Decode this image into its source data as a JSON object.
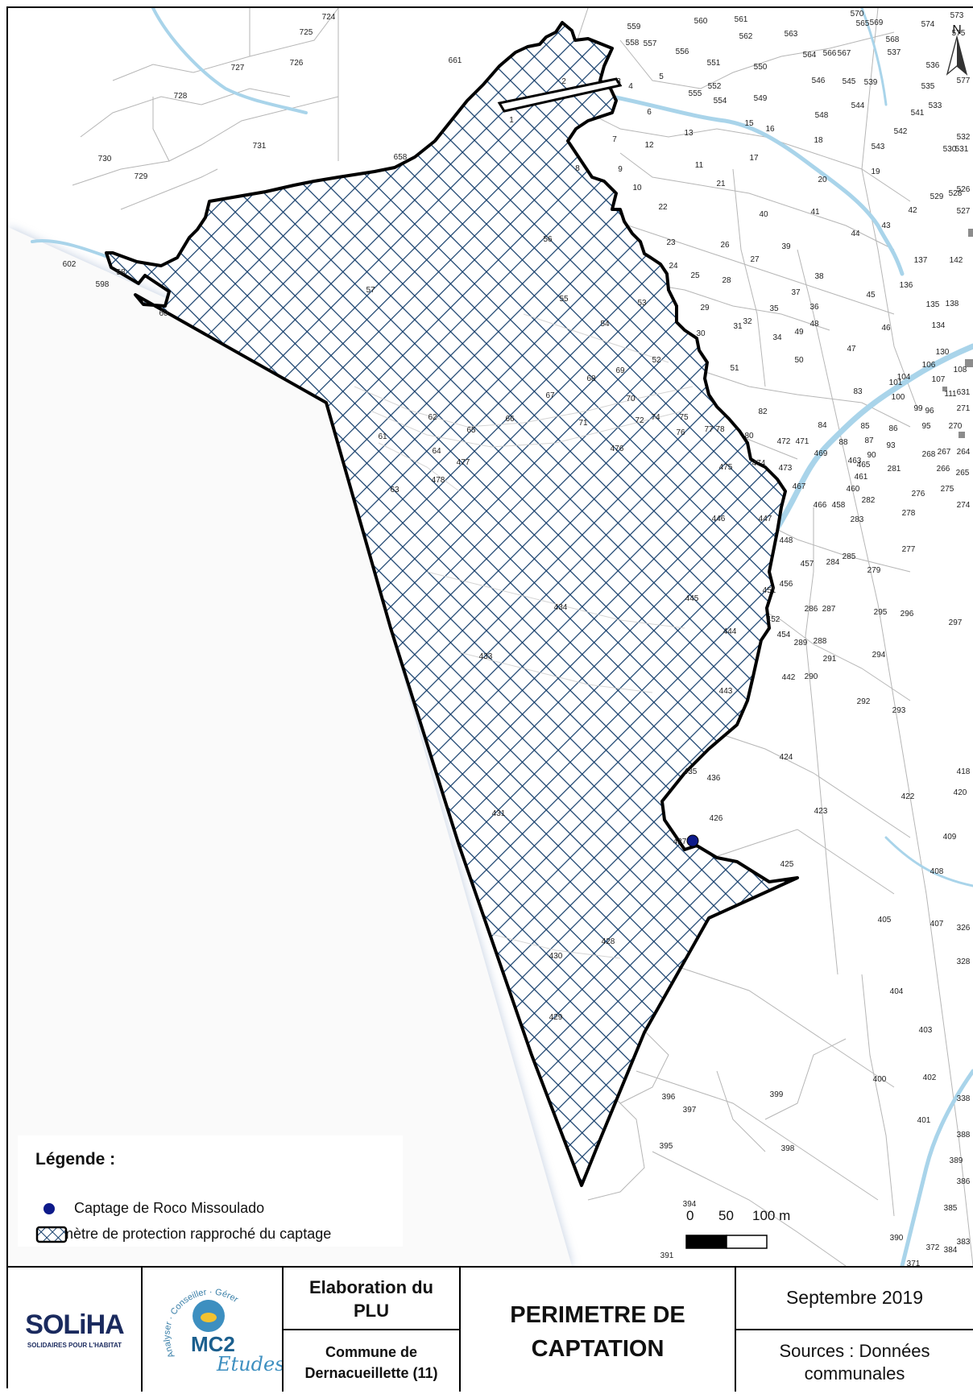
{
  "map": {
    "compass_letter": "N",
    "scale": {
      "zero": "0",
      "mid": "50",
      "end": "100 m"
    },
    "colors": {
      "hatch": "#153e6b",
      "river": "#a9d4ea",
      "parcel": "#b6b6b6",
      "outline": "#000000",
      "point": "#0d1a8a"
    },
    "parcels": [
      "724",
      "725",
      "726",
      "727",
      "728",
      "729",
      "730",
      "731",
      "661",
      "658",
      "2",
      "1",
      "3",
      "4",
      "5",
      "6",
      "7",
      "8",
      "9",
      "10",
      "11",
      "12",
      "13",
      "15",
      "16",
      "17",
      "18",
      "19",
      "20",
      "21",
      "22",
      "23",
      "24",
      "25",
      "26",
      "27",
      "28",
      "29",
      "30",
      "31",
      "32",
      "34",
      "35",
      "36",
      "37",
      "38",
      "39",
      "40",
      "41",
      "42",
      "43",
      "44",
      "45",
      "46",
      "47",
      "48",
      "49",
      "50",
      "51",
      "52",
      "53",
      "54",
      "55",
      "56",
      "57",
      "58",
      "60",
      "61",
      "62",
      "63",
      "64",
      "65",
      "66",
      "67",
      "68",
      "69",
      "70",
      "71",
      "72",
      "74",
      "75",
      "76",
      "77",
      "78",
      "80",
      "82",
      "83",
      "84",
      "85",
      "86",
      "87",
      "88",
      "90",
      "93",
      "95",
      "96",
      "99",
      "100",
      "101",
      "104",
      "106",
      "107",
      "108",
      "111",
      "130",
      "134",
      "135",
      "136",
      "137",
      "138",
      "142",
      "264",
      "265",
      "266",
      "267",
      "268",
      "270",
      "271",
      "274",
      "275",
      "276",
      "277",
      "278",
      "279",
      "281",
      "282",
      "283",
      "284",
      "285",
      "286",
      "287",
      "288",
      "289",
      "290",
      "291",
      "292",
      "293",
      "294",
      "295",
      "296",
      "297",
      "326",
      "328",
      "338",
      "371",
      "372",
      "383",
      "384",
      "385",
      "386",
      "388",
      "389",
      "390",
      "391",
      "394",
      "395",
      "396",
      "397",
      "398",
      "399",
      "400",
      "401",
      "402",
      "403",
      "404",
      "405",
      "407",
      "408",
      "409",
      "418",
      "420",
      "422",
      "423",
      "424",
      "425",
      "426",
      "428",
      "429",
      "430",
      "431",
      "433",
      "434",
      "435",
      "436",
      "442",
      "443",
      "444",
      "445",
      "446",
      "447",
      "448",
      "451",
      "452",
      "454",
      "456",
      "457",
      "458",
      "460",
      "461",
      "463",
      "465",
      "466",
      "467",
      "469",
      "471",
      "472",
      "473",
      "474",
      "475",
      "476",
      "477",
      "478",
      "526",
      "527",
      "528",
      "529",
      "530",
      "531",
      "532",
      "533",
      "535",
      "536",
      "537",
      "539",
      "541",
      "542",
      "543",
      "544",
      "545",
      "546",
      "548",
      "549",
      "550",
      "551",
      "552",
      "554",
      "555",
      "556",
      "557",
      "558",
      "559",
      "560",
      "561",
      "562",
      "563",
      "564",
      "565",
      "566",
      "567",
      "568",
      "569",
      "570",
      "573",
      "574",
      "575",
      "577",
      "598",
      "602",
      "631"
    ],
    "capture_point_label": "427"
  },
  "legend": {
    "title": "Légende :",
    "items": [
      {
        "label": "Captage de Roco Missoulado",
        "icon": "dot"
      },
      {
        "label": "Périmètre de protection rapproché du captage",
        "icon": "hatch"
      }
    ]
  },
  "footer": {
    "logo1": {
      "name": "SOLiHA",
      "tagline": "SOLIDAIRES POUR L'HABITAT"
    },
    "logo2": {
      "name": "MC2",
      "script": "Etudes",
      "arc": "Analyser · Conseiller · Gérer"
    },
    "project_title": "Elaboration du PLU",
    "commune": "Commune de Dernacueillette (11)",
    "map_title": "PERIMETRE DE CAPTATION",
    "date": "Septembre 2019",
    "sources": "Sources : Données communales"
  }
}
